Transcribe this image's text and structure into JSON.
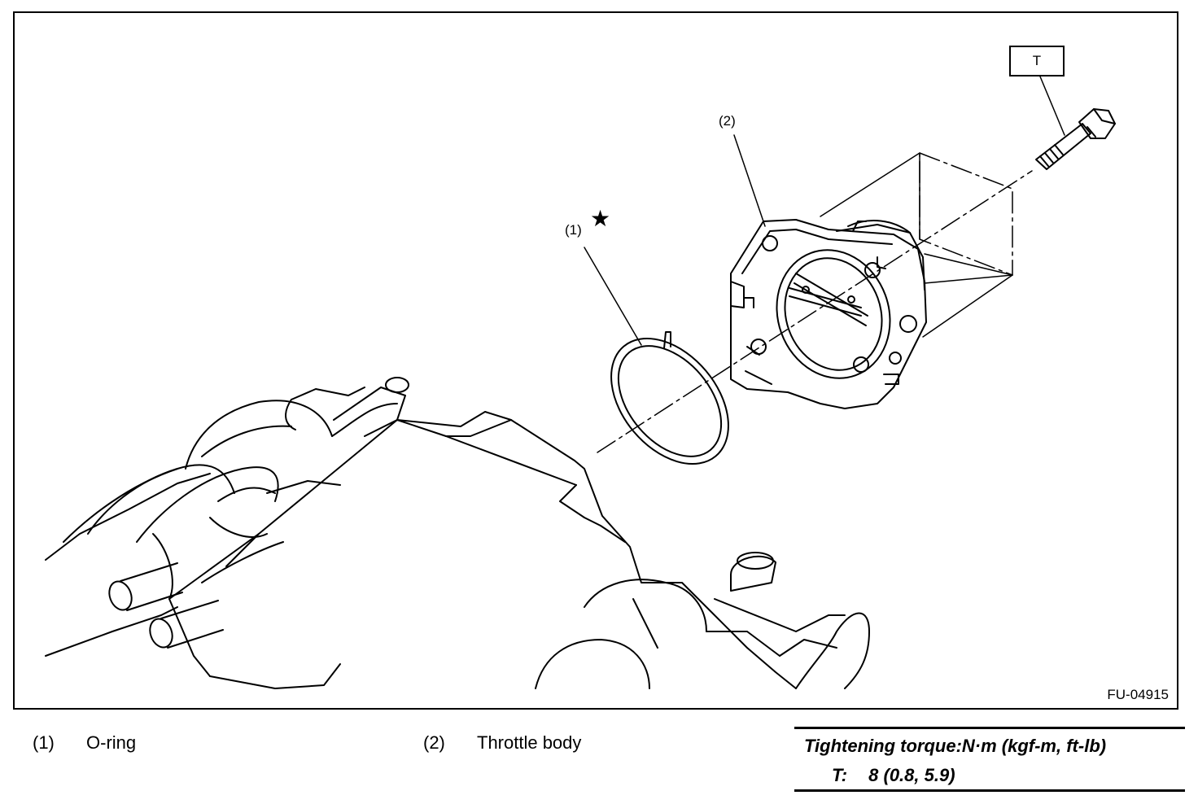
{
  "figure": {
    "id": "FU-04915",
    "callouts": {
      "c1": "(1)",
      "c2": "(2)",
      "star": "★",
      "tighten": "T"
    }
  },
  "legend": [
    {
      "num": "(1)",
      "text": "O-ring"
    },
    {
      "num": "(2)",
      "text": "Throttle body"
    }
  ],
  "torque": {
    "title": "Tightening torque:N·m (kgf-m, ft-lb)",
    "key": "T:",
    "value": "8 (0.8, 5.9)"
  }
}
